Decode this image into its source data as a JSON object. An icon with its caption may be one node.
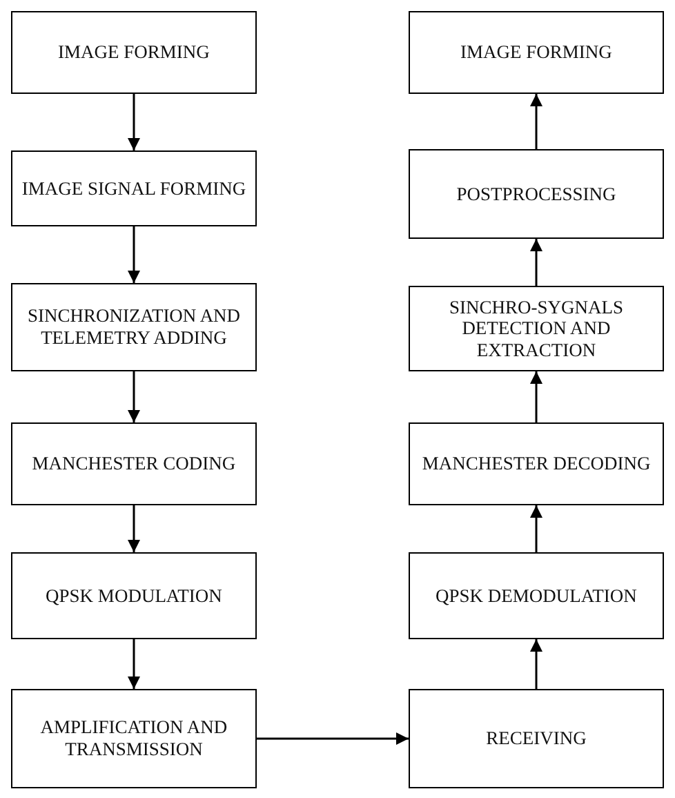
{
  "diagram": {
    "nodes": [
      {
        "text": [
          "IMAGE FORMING"
        ]
      },
      {
        "text": [
          "IMAGE SIGNAL FORMING"
        ]
      },
      {
        "text": [
          "SINCHRONIZATION AND TELEMETRY ADDING"
        ]
      },
      {
        "text": [
          "MANCHESTER CODING"
        ]
      },
      {
        "text": [
          "QPSK MODULATION"
        ]
      },
      {
        "text": [
          "AMPLIFICATION AND TRANSMISSION"
        ]
      },
      {
        "text": [
          "IMAGE FORMING"
        ]
      },
      {
        "text": [
          "POSTPROCESSING"
        ]
      },
      {
        "text": [
          "SINCHRO-SYGNALS DETECTION AND EXTRACTION"
        ]
      },
      {
        "text": [
          "MANCHESTER DECODING"
        ]
      },
      {
        "text": [
          "QPSK DEMODULATION"
        ]
      },
      {
        "text": [
          "RECEIVING"
        ]
      }
    ],
    "edges": [
      {
        "from": 0,
        "to": 1,
        "arrow": "to"
      },
      {
        "from": 1,
        "to": 2,
        "arrow": "to"
      },
      {
        "from": 2,
        "to": 3,
        "arrow": "to"
      },
      {
        "from": 3,
        "to": 4,
        "arrow": "to"
      },
      {
        "from": 4,
        "to": 5,
        "arrow": "to"
      },
      {
        "from": 5,
        "to": 11,
        "arrow": "to"
      },
      {
        "from": 11,
        "to": 10,
        "arrow": "to"
      },
      {
        "from": 10,
        "to": 9,
        "arrow": "to"
      },
      {
        "from": 9,
        "to": 8,
        "arrow": "to"
      },
      {
        "from": 8,
        "to": 7,
        "arrow": "to"
      },
      {
        "from": 7,
        "to": 6,
        "arrow": "to"
      }
    ]
  }
}
